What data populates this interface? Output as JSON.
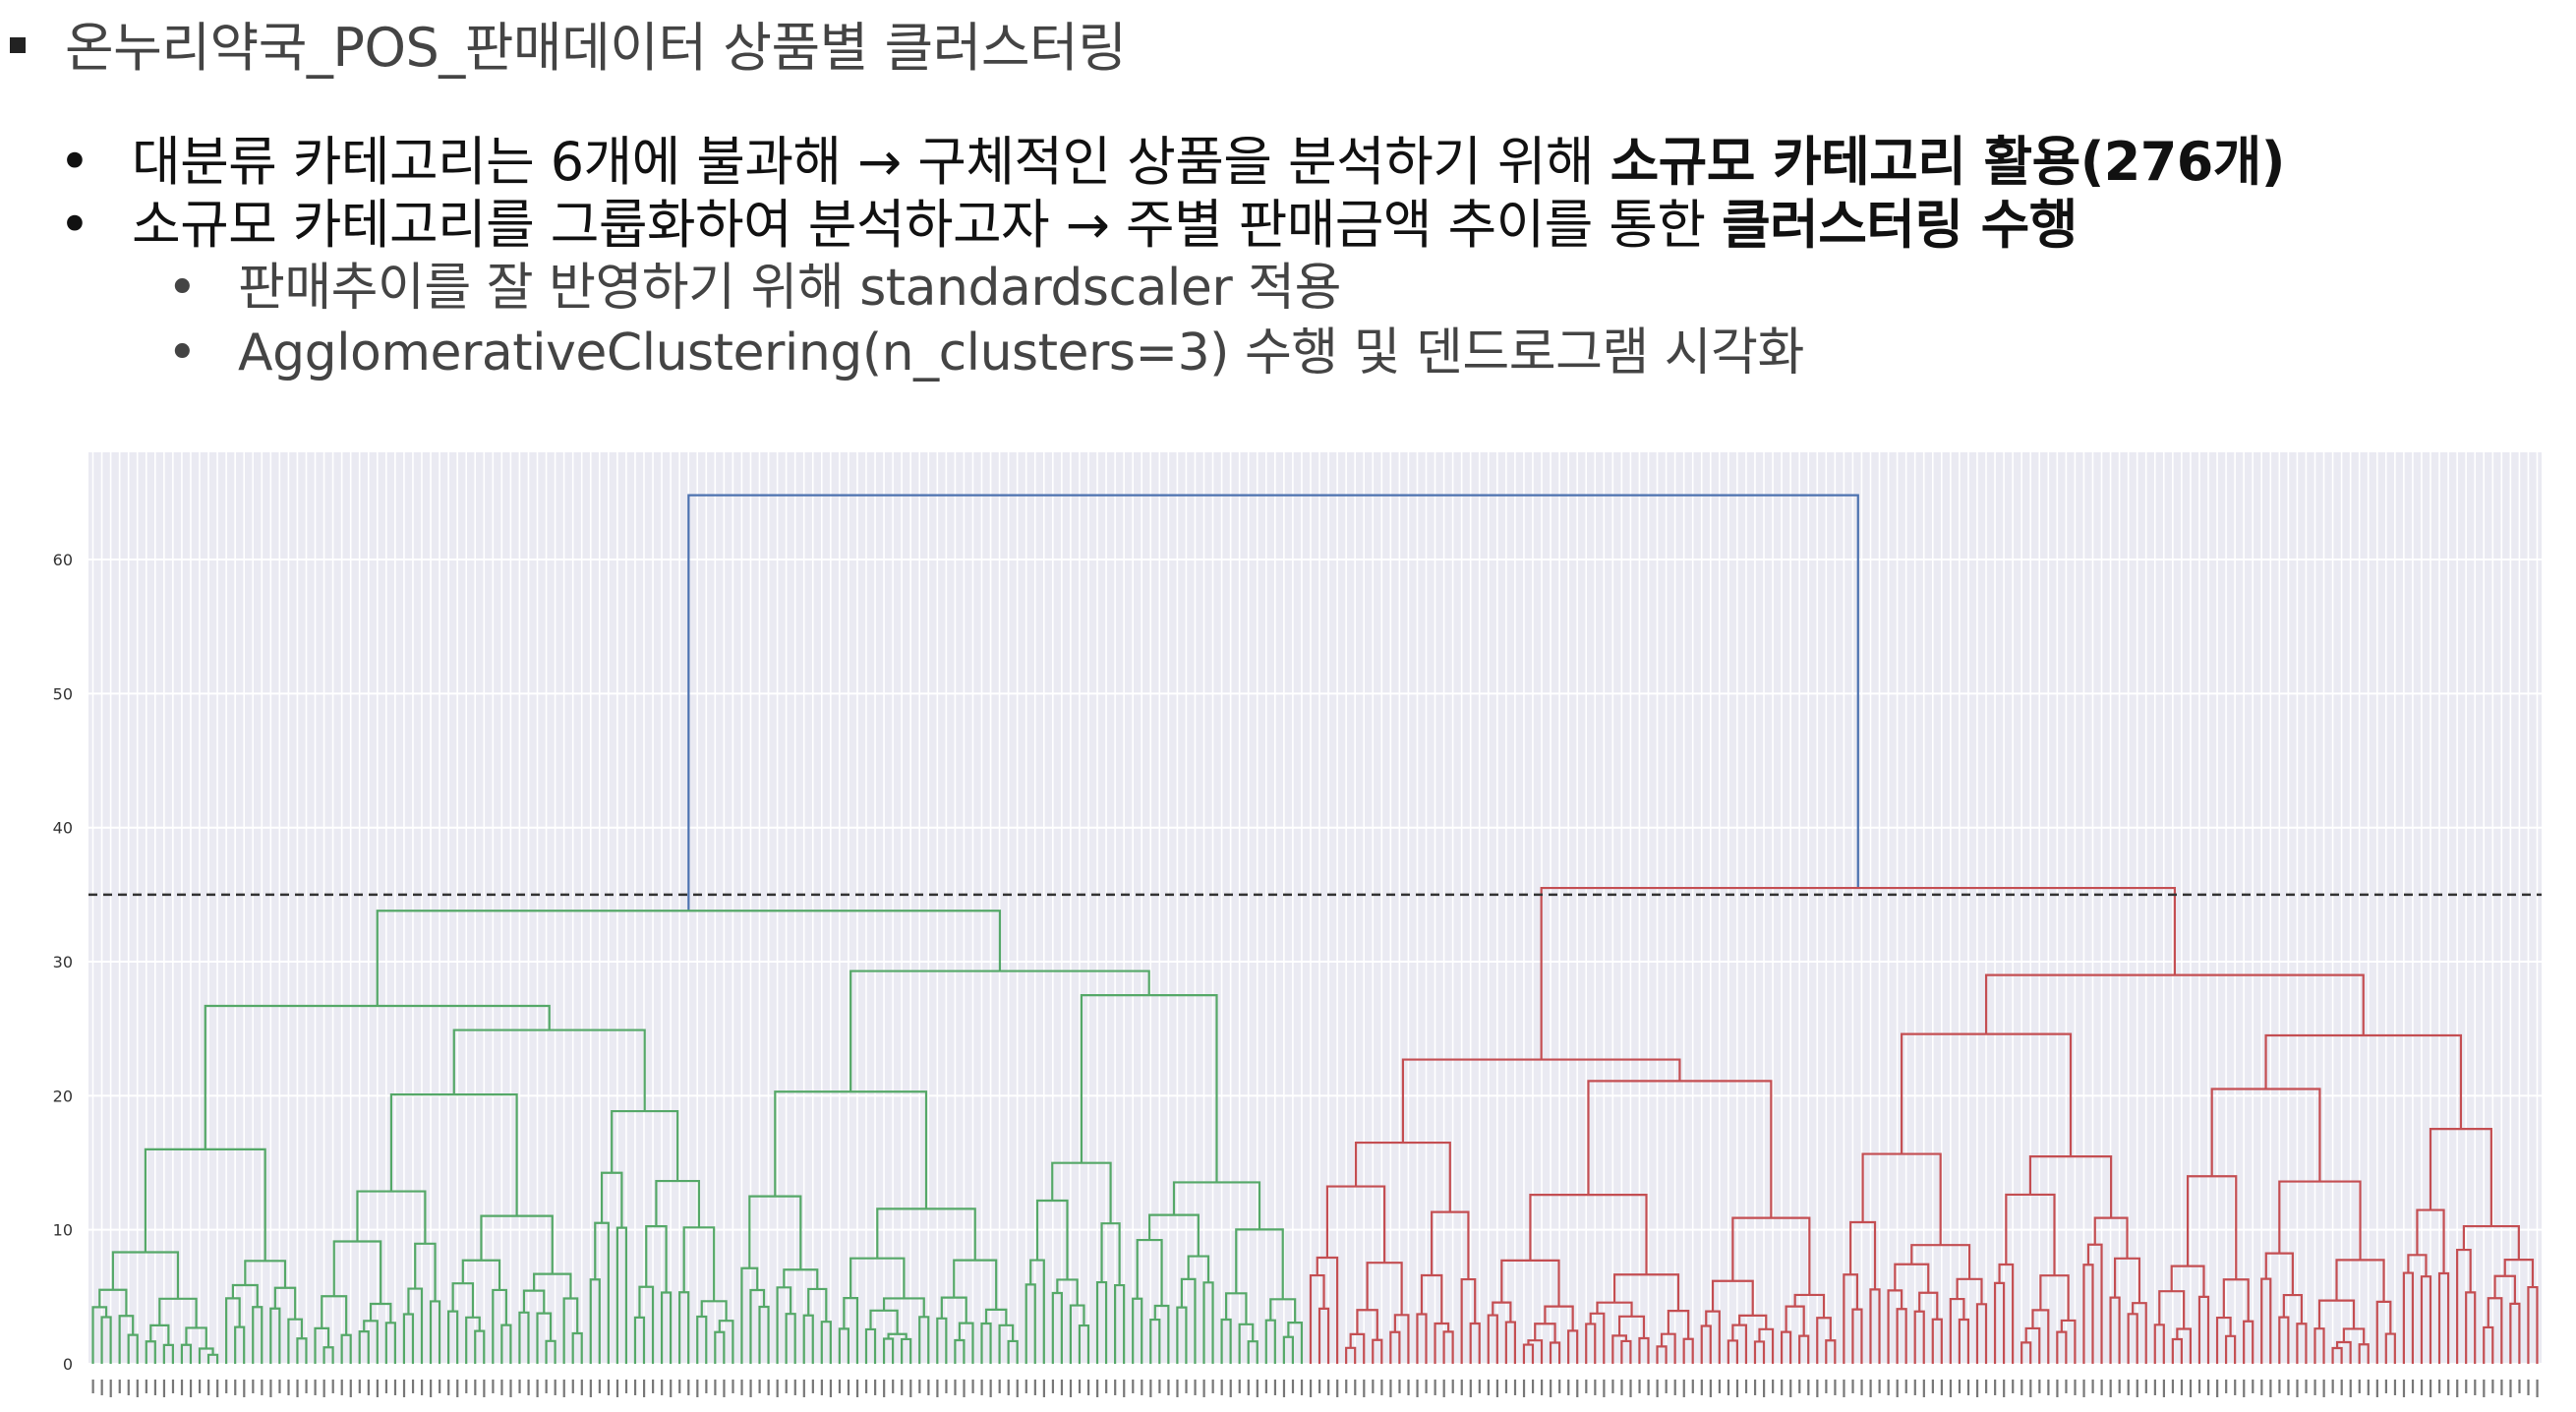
{
  "slide": {
    "title": "온누리약국_POS_판매데이터 상품별 클러스터링",
    "bullets": [
      {
        "plain": "대분류 카테고리는 6개에 불과해 → 구체적인 상품을 분석하기 위해 ",
        "bold": "소규모 카테고리 활용(276개)"
      },
      {
        "plain": "소규모 카테고리를 그룹화하여 분석하고자 → 주별 판매금액 추이를 통한 ",
        "bold": "클러스터링 수행"
      }
    ],
    "sub_bullets": [
      "판매추이를 잘 반영하기 위해 standardscaler 적용",
      "AgglomerativeClustering(n_clusters=3) 수행 및 덴드로그램 시각화"
    ],
    "bullet_glyph": "•"
  },
  "colors": {
    "plot_bg": "#EAEAF2",
    "grid": "#FFFFFF",
    "root_link": "#4C72B0",
    "cluster_green": "#55A868",
    "cluster_red": "#C44E52",
    "threshold_line": "#333333"
  },
  "chart_data": {
    "type": "dendrogram",
    "title": "",
    "xlabel": "",
    "ylabel": "",
    "n_leaves": 276,
    "n_clusters": 3,
    "cut_height": 35,
    "ylim": [
      0,
      68
    ],
    "yticks": [
      0,
      10,
      20,
      30,
      40,
      50,
      60
    ],
    "grid": true,
    "vertical_grid_per_leaf": true,
    "cluster_leaf_counts": {
      "green": 137,
      "red": 139
    },
    "leaf_tick_labels": "unreadable",
    "merges": [
      {
        "h": 64.8,
        "link": "root",
        "children": [
          "green",
          "red"
        ]
      },
      {
        "h": 33.8,
        "color": "green",
        "children": [
          "G1",
          "G2"
        ]
      },
      {
        "h": 26.7,
        "color": "green",
        "children": [
          "G11",
          "G12"
        ]
      },
      {
        "h": 29.3,
        "color": "green",
        "children": [
          "G21",
          "G22"
        ]
      },
      {
        "h": 35.5,
        "color": "red",
        "children": [
          "R1",
          "R2"
        ]
      },
      {
        "h": 22.7,
        "color": "red",
        "children": [
          "R11",
          "R12"
        ]
      },
      {
        "h": 29.0,
        "color": "red",
        "children": [
          "R21",
          "R22"
        ]
      }
    ],
    "subcluster_heights": {
      "G11": 16.0,
      "G12": 24.9,
      "G21": 20.3,
      "G22": 27.5,
      "R11": 16.5,
      "R12": 21.1,
      "R21": 24.6,
      "R22": 24.5
    },
    "subcluster_leaf_counts": {
      "G11": 25,
      "G12": 48,
      "G21": 32,
      "G22": 32,
      "R11": 20,
      "R12": 40,
      "R21": 35,
      "R22": 44
    }
  }
}
